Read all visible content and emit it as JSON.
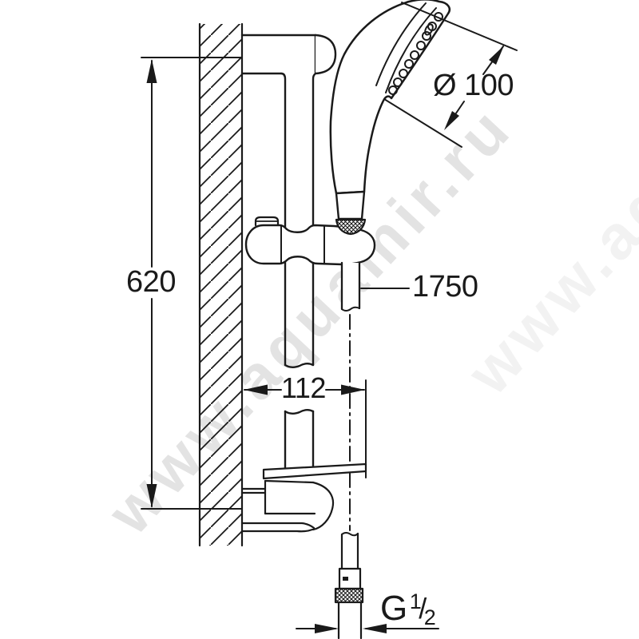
{
  "diagram": {
    "watermark": "www.aquamir.ru",
    "labels": {
      "rail_length": "620",
      "bar_offset": "112",
      "hose_length": "1750",
      "head_diameter": "Ø 100",
      "thread": {
        "letter": "G",
        "numerator": "1",
        "slash": "/",
        "denominator": "2"
      }
    },
    "colors": {
      "line": "#1a1a1a",
      "background": "#ffffff",
      "watermark": "#e3e3e3"
    }
  }
}
